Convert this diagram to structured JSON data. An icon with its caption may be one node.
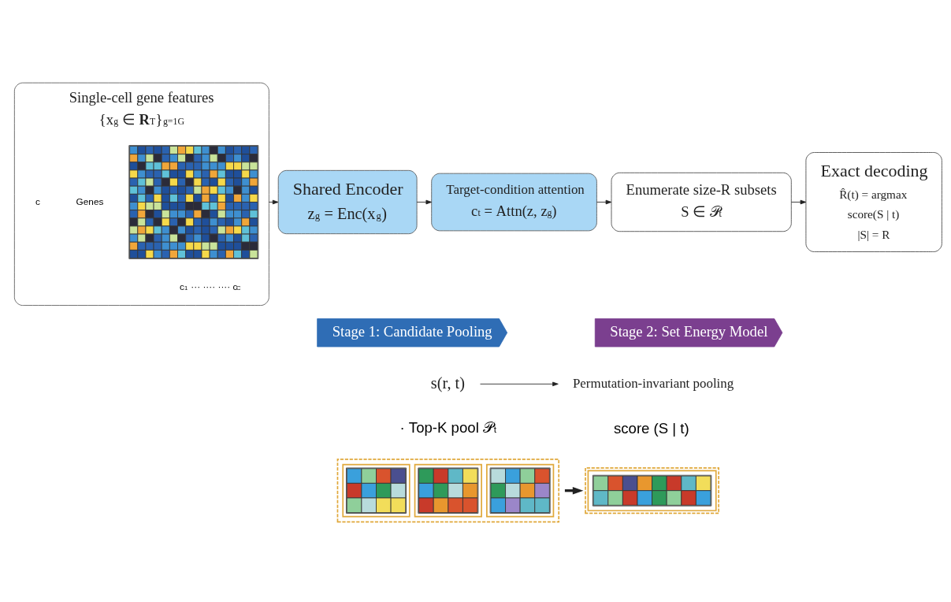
{
  "diagram": {
    "nodes": [
      {
        "text": [
          "Single-cell gene features",
          "{x$_{g}$ ∈ **R**$^{T}$}$_{g=1}$$^{G}$"
        ]
      },
      {
        "text": [],
        "shape": "picture",
        "in": 0
      },
      {
        "text": [
          "Shared Encoder",
          "z$_{g}$ = Enc(x$_{g}$)"
        ]
      },
      {
        "text": [
          "Target-condition attention",
          "c$_{t}$ = Attn(z, z$_{g}$)"
        ]
      },
      {
        "text": [
          "Enumerate size-R subsets",
          "S ∈ 𝒫$_{t}$"
        ]
      },
      {
        "text": [
          "Exact decoding",
          "R̂(t) = argmax",
          "score(S | t)",
          "|S| = R"
        ]
      },
      {
        "text": [
          "Stage 1: Candidate Pooling"
        ]
      },
      {
        "text": [
          "Stage 2: Set Energy Model"
        ]
      },
      {
        "text": [
          "s(r, t)"
        ]
      },
      {
        "text": [
          "Permutation-invariant pooling"
        ]
      },
      {
        "text": [],
        "shape": "picture"
      },
      {
        "text": [],
        "shape": "picture"
      }
    ],
    "edges": [
      {
        "from": 0,
        "to": 2,
        "arrow": "to"
      },
      {
        "from": 2,
        "to": 3,
        "arrow": "to"
      },
      {
        "from": 3,
        "to": 4,
        "arrow": "to"
      },
      {
        "from": 4,
        "to": 5,
        "arrow": "to"
      },
      {
        "from": 8,
        "to": 9,
        "arrow": "to"
      },
      {
        "from": 10,
        "to": 11,
        "arrow": "to",
        "style": "thick"
      }
    ],
    "labels": [
      "c",
      "Genes",
      "c$_{1}$ ··· ···· ···· c$_{C}$",
      "· Top-K pool 𝒫$_{t}$",
      "score (S | t)"
    ]
  }
}
